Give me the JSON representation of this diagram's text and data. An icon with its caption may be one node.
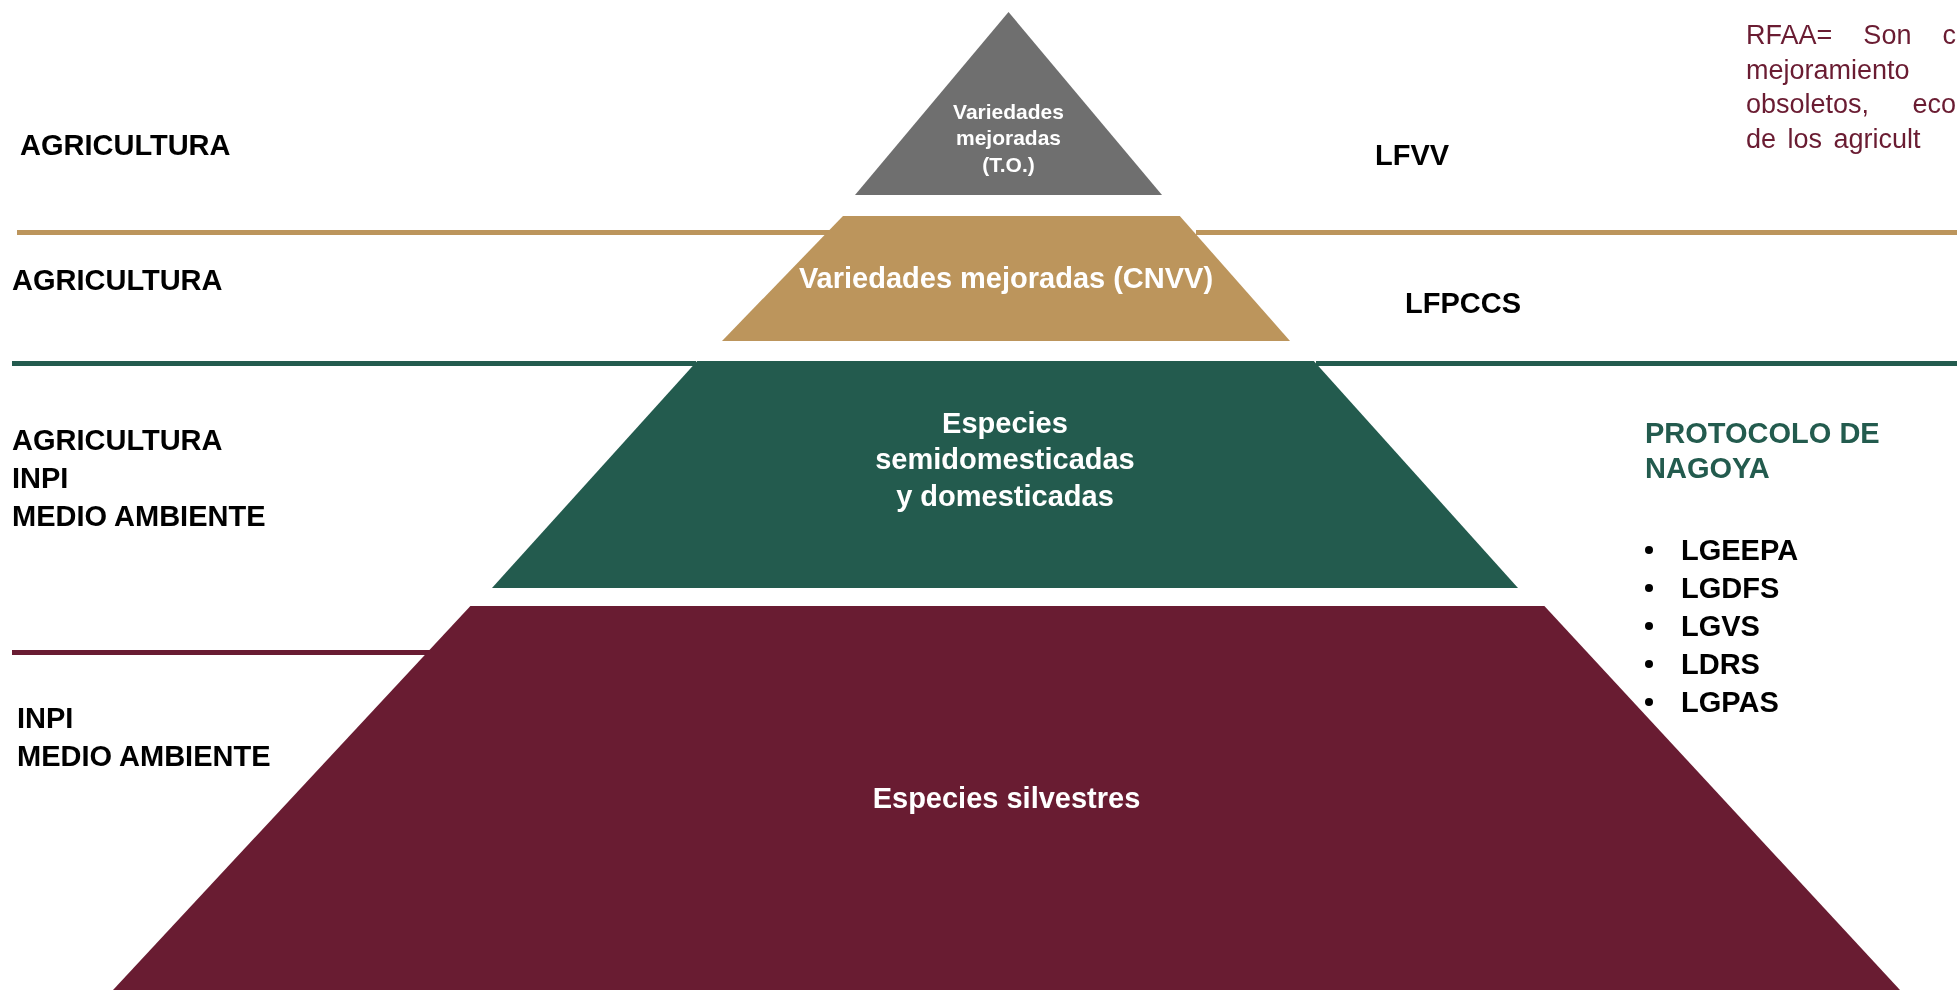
{
  "diagram": {
    "nodes": [
      {
        "text": [
          "Variedades mejoradas (T.O.)"
        ]
      },
      {
        "text": [
          "Variedades mejoradas (CNVV)"
        ]
      },
      {
        "text": [
          "Especies semidomesticadas y domesticadas"
        ]
      },
      {
        "text": [
          "Especies silvestres"
        ]
      }
    ],
    "labels": [
      "RFAA= Son c mejoramiento obsoletos, eco de los agricult",
      "AGRICULTURA",
      "LFVV",
      "AGRICULTURA",
      "LFPCCS",
      "AGRICULTURA",
      "INPI",
      "MEDIO AMBIENTE",
      "PROTOCOLO DE NAGOYA",
      "LGEEPA",
      "LGDFS",
      "LGVS",
      "LDRS",
      "LGPAS",
      "INPI",
      "MEDIO AMBIENTE"
    ]
  }
}
